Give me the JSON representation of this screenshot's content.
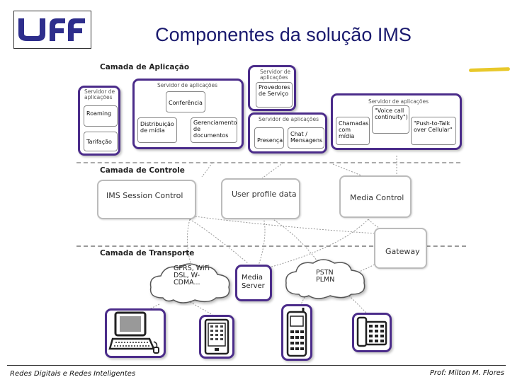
{
  "header": {
    "logo_text": "uff",
    "title": "Componentes da solução IMS"
  },
  "layers": {
    "application": "Camada de Aplicação",
    "control": "Camada de Controle",
    "transport": "Camada de Transporte"
  },
  "app_groups": {
    "left": {
      "title": "Servidor de aplicações",
      "items": [
        "Roaming",
        "Tarifação"
      ]
    },
    "mid": {
      "title": "Servidor de aplicações",
      "items": [
        "Conferência",
        "Distribuição de mídia",
        "Gerenciamento de documentos"
      ]
    },
    "top": {
      "title": "Servidor de aplicações",
      "items": [
        "Provedores de Serviço"
      ]
    },
    "lower": {
      "title": "Servidor de aplicações",
      "items": [
        "Presença",
        "Chat / Mensagens"
      ]
    },
    "right": {
      "title": "Servidor de aplicações",
      "items": [
        "Chamadas com mídia",
        "\"Voice call continuity\")",
        "\"Push-to-Talk over Cellular\""
      ]
    }
  },
  "control": {
    "ims": "IMS Session Control",
    "user_profile": "User profile data",
    "media_control": "Media Control",
    "gateway": "Gateway"
  },
  "transport": {
    "cloud_left": "GPRS, WiFi DSL, W-CDMA...",
    "media_server": "Media Server",
    "cloud_right": "PSTN PLMN"
  },
  "footer": {
    "left": "Redes Digitais e Redes Inteligentes",
    "right": "Prof: Milton M. Flores"
  },
  "colors": {
    "title": "#1a1a6e",
    "group_border": "#4b2c8a",
    "logo_blue": "#2e2e8c",
    "accent_yellow": "#e8c82a"
  }
}
